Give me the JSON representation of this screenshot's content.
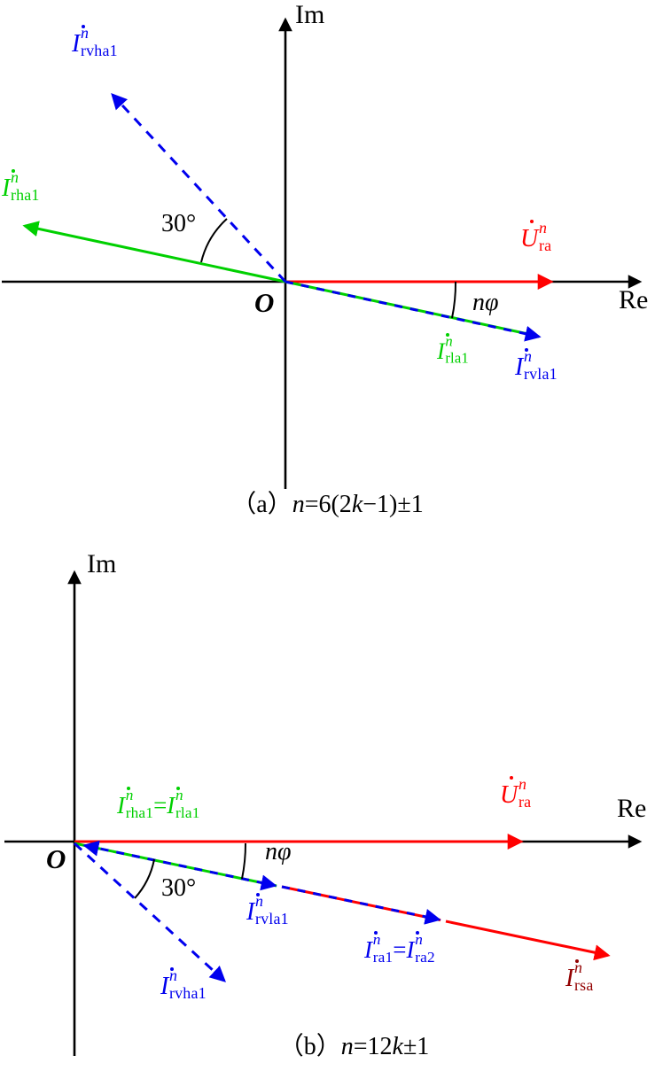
{
  "colors": {
    "black": "#000000",
    "red": "#ff0000",
    "green": "#00d000",
    "blue": "#0000ee",
    "darkred": "#920000"
  },
  "diagram_a": {
    "axis_im": [
      {
        "t": "Im"
      }
    ],
    "axis_re": [
      {
        "t": "Re"
      }
    ],
    "origin": [
      {
        "t": "O",
        "style": "i"
      }
    ],
    "angle_30": [
      {
        "t": "30°"
      }
    ],
    "angle_nphi": [
      {
        "t": "nφ",
        "style": "i"
      }
    ],
    "u_ra": [
      {
        "ph": {
          "base": "U",
          "sup": "n",
          "sub": "ra"
        }
      }
    ],
    "i_rvha1": [
      {
        "ph": {
          "base": "I",
          "sup": "n",
          "sub": "rvha1"
        }
      }
    ],
    "i_rha1": [
      {
        "ph": {
          "base": "I",
          "sup": "n",
          "sub": "rha1"
        }
      }
    ],
    "i_rla1": [
      {
        "ph": {
          "base": "I",
          "sup": "n",
          "sub": "rla1"
        }
      }
    ],
    "i_rvla1": [
      {
        "ph": {
          "base": "I",
          "sup": "n",
          "sub": "rvla1"
        }
      }
    ],
    "caption": [
      {
        "t": "（a）"
      },
      {
        "t": "n",
        "style": "i"
      },
      {
        "t": "=6(2"
      },
      {
        "t": "k",
        "style": "i"
      },
      {
        "t": "−1)±1"
      }
    ]
  },
  "diagram_b": {
    "axis_im": [
      {
        "t": "Im"
      }
    ],
    "axis_re": [
      {
        "t": "Re"
      }
    ],
    "origin": [
      {
        "t": "O",
        "style": "i"
      }
    ],
    "angle_30": [
      {
        "t": "30°"
      }
    ],
    "angle_nphi": [
      {
        "t": "nφ",
        "style": "i"
      }
    ],
    "u_ra": [
      {
        "ph": {
          "base": "U",
          "sup": "n",
          "sub": "ra"
        }
      }
    ],
    "i_rha1_eq_rla1": [
      {
        "ph": {
          "base": "I",
          "sup": "n",
          "sub": "rha1"
        }
      },
      {
        "t": "="
      },
      {
        "ph": {
          "base": "I",
          "sup": "n",
          "sub": "rla1"
        }
      }
    ],
    "i_rvla1": [
      {
        "ph": {
          "base": "I",
          "sup": "n",
          "sub": "rvla1"
        }
      }
    ],
    "i_ra1_eq_ra2": [
      {
        "ph": {
          "base": "I",
          "sup": "n",
          "sub": "ra1"
        }
      },
      {
        "t": "="
      },
      {
        "ph": {
          "base": "I",
          "sup": "n",
          "sub": "ra2"
        }
      }
    ],
    "i_rsa": [
      {
        "ph": {
          "base": "I",
          "sup": "n",
          "sub": "rsa"
        }
      }
    ],
    "i_rvha1": [
      {
        "ph": {
          "base": "I",
          "sup": "n",
          "sub": "rvha1"
        }
      }
    ],
    "caption": [
      {
        "t": "（b）"
      },
      {
        "t": "n",
        "style": "i"
      },
      {
        "t": "=12"
      },
      {
        "t": "k",
        "style": "i"
      },
      {
        "t": "±1"
      }
    ]
  }
}
